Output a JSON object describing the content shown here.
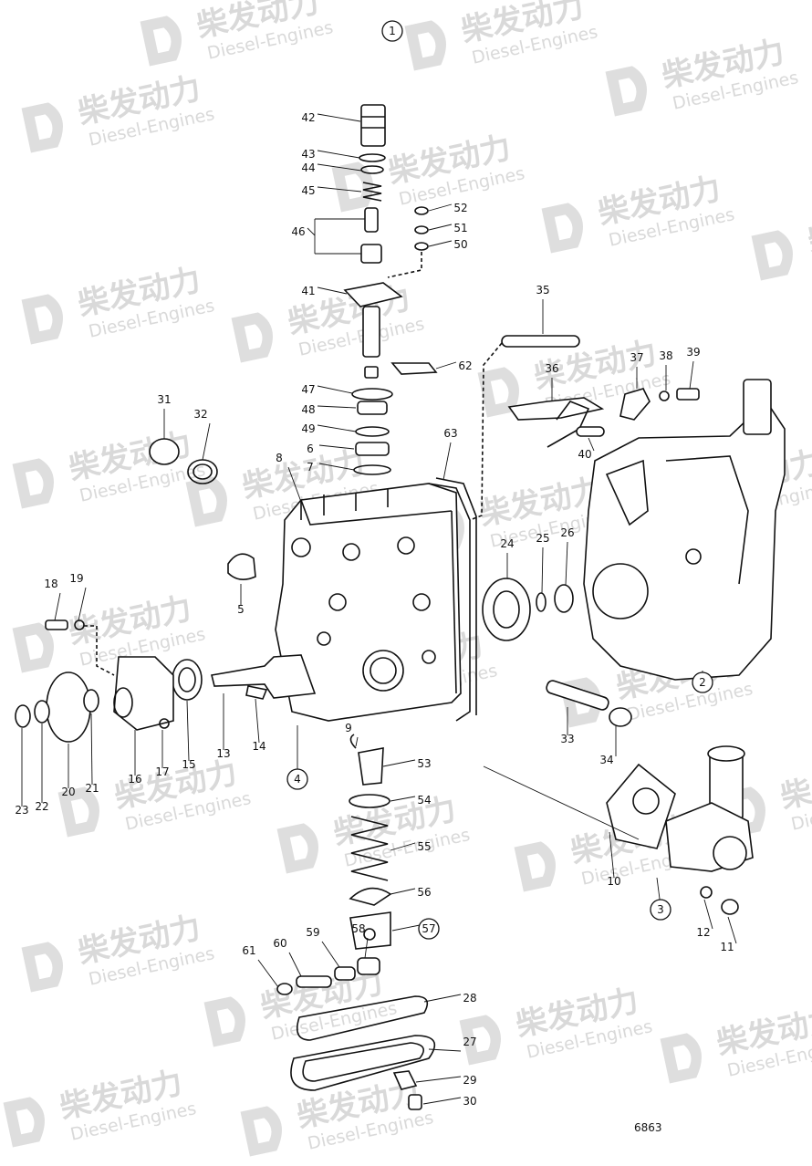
{
  "diagram": {
    "drawing_number": "6863",
    "watermark": {
      "cn": "柴发动力",
      "en": "Diesel-Engines"
    },
    "callouts": [
      "1",
      "2",
      "3",
      "4",
      "5",
      "6",
      "7",
      "8",
      "9",
      "10",
      "11",
      "12",
      "13",
      "14",
      "15",
      "16",
      "17",
      "18",
      "19",
      "20",
      "21",
      "22",
      "23",
      "24",
      "25",
      "26",
      "27",
      "28",
      "29",
      "30",
      "31",
      "32",
      "33",
      "34",
      "35",
      "36",
      "37",
      "38",
      "39",
      "40",
      "41",
      "42",
      "43",
      "44",
      "45",
      "46",
      "47",
      "48",
      "49",
      "50",
      "51",
      "52",
      "53",
      "54",
      "55",
      "56",
      "57",
      "58",
      "59",
      "60",
      "61",
      "62",
      "63"
    ]
  }
}
